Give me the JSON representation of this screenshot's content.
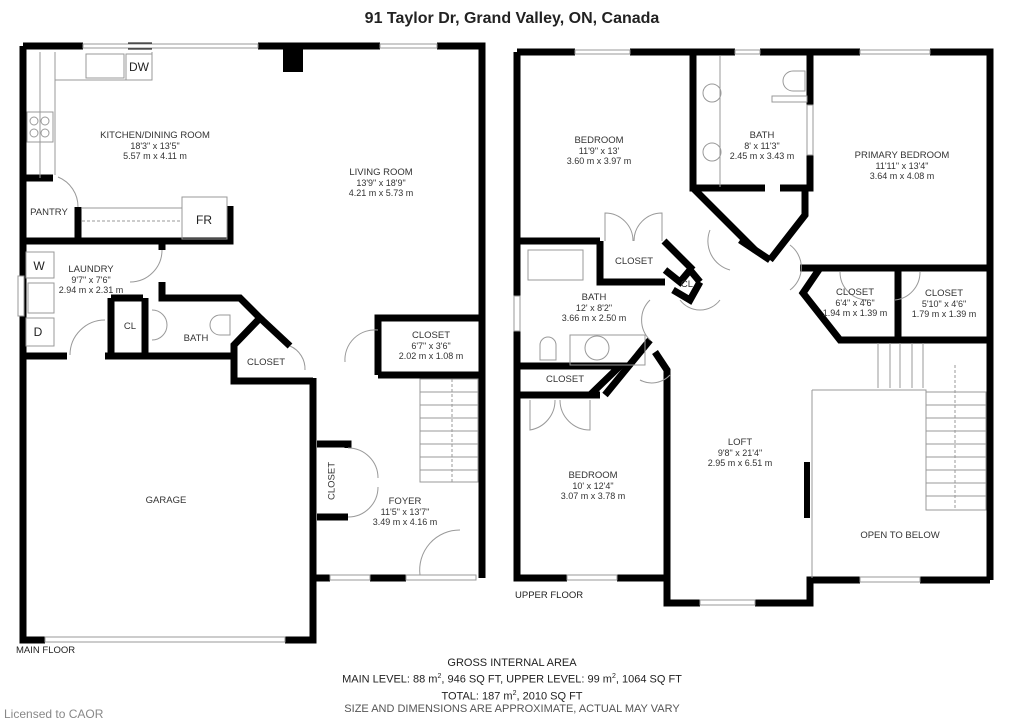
{
  "title": "91 Taylor Dr, Grand Valley, ON, Canada",
  "main_floor": {
    "label": "MAIN FLOOR",
    "rooms": [
      {
        "name": "KITCHEN/DINING ROOM",
        "imperial": "18'3\" x 13'5\"",
        "metric": "5.57 m x 4.11 m"
      },
      {
        "name": "LIVING ROOM",
        "imperial": "13'9\" x 18'9\"",
        "metric": "4.21 m x 5.73 m"
      },
      {
        "name": "PANTRY"
      },
      {
        "name": "LAUNDRY",
        "imperial": "9'7\" x 7'6\"",
        "metric": "2.94 m x 2.31 m"
      },
      {
        "name": "CL"
      },
      {
        "name": "BATH"
      },
      {
        "name": "CLOSET"
      },
      {
        "name": "CLOSET",
        "imperial": "6'7\" x 3'6\"",
        "metric": "2.02 m x 1.08 m"
      },
      {
        "name": "CLOSET"
      },
      {
        "name": "FOYER",
        "imperial": "11'5\" x 13'7\"",
        "metric": "3.49 m x 4.16 m"
      },
      {
        "name": "GARAGE"
      }
    ],
    "fixtures": {
      "dishwasher": "DW",
      "fridge": "FR",
      "washer": "W",
      "dryer": "D"
    }
  },
  "upper_floor": {
    "label": "UPPER FLOOR",
    "rooms": [
      {
        "name": "BEDROOM",
        "imperial": "11'9\" x 13'",
        "metric": "3.60 m x 3.97 m"
      },
      {
        "name": "BATH",
        "imperial": "8' x 11'3\"",
        "metric": "2.45 m x 3.43 m"
      },
      {
        "name": "PRIMARY BEDROOM",
        "imperial": "11'11\" x 13'4\"",
        "metric": "3.64 m x 4.08 m"
      },
      {
        "name": "CLOSET"
      },
      {
        "name": "CL"
      },
      {
        "name": "BATH",
        "imperial": "12' x 8'2\"",
        "metric": "3.66 m x 2.50 m"
      },
      {
        "name": "CLOSET",
        "imperial": "6'4\" x 4'6\"",
        "metric": "1.94 m x 1.39 m"
      },
      {
        "name": "CLOSET",
        "imperial": "5'10\" x 4'6\"",
        "metric": "1.79 m x 1.39 m"
      },
      {
        "name": "CLOSET"
      },
      {
        "name": "BEDROOM",
        "imperial": "10' x 12'4\"",
        "metric": "3.07 m x 3.78 m"
      },
      {
        "name": "LOFT",
        "imperial": "9'8\" x 21'4\"",
        "metric": "2.95 m x 6.51 m"
      },
      {
        "name": "OPEN TO BELOW"
      }
    ]
  },
  "area": {
    "heading": "GROSS INTERNAL AREA",
    "main_level_prefix": "MAIN LEVEL: 88 m",
    "main_level_suffix": ", 946 SQ FT, UPPER LEVEL: 99 m",
    "upper_level_suffix": ", 1064 SQ FT",
    "total_prefix": "TOTAL: 187 m",
    "total_suffix": ", 2010 SQ FT",
    "sup": "2",
    "note": "SIZE AND DIMENSIONS ARE APPROXIMATE, ACTUAL MAY VARY"
  },
  "watermark": "Licensed to CAOR"
}
